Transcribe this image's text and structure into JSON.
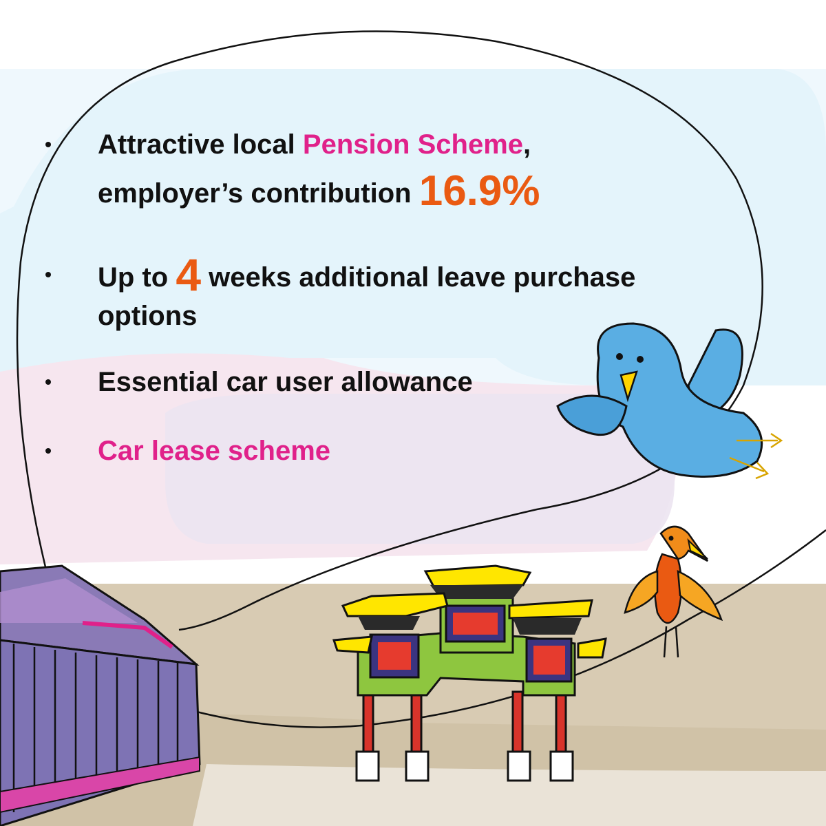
{
  "benefits": {
    "item1": {
      "prefix": "Attractive local ",
      "highlight": "Pension Scheme",
      "suffix": ",",
      "line2_prefix": "employer’s contribution ",
      "line2_value": "16.9%"
    },
    "item2": {
      "prefix": "Up to ",
      "value": "4",
      "suffix": " weeks additional leave purchase",
      "line2": "options"
    },
    "item3": {
      "text": "Essential car user allowance"
    },
    "item4": {
      "text": "Car lease scheme"
    },
    "bullet": "•"
  },
  "colors": {
    "text": "#111111",
    "highlight_pink": "#e0218a",
    "highlight_orange": "#ea5a12",
    "sky": "#e4f4fb",
    "ground": "#d8cbb3",
    "haze_pink": "#f6e6ef"
  },
  "illustrations": {
    "left": "building-illustration",
    "center": "chinese-arch-illustration",
    "bird_blue": "blue-bird-illustration",
    "bird_orange": "orange-bird-illustration"
  }
}
